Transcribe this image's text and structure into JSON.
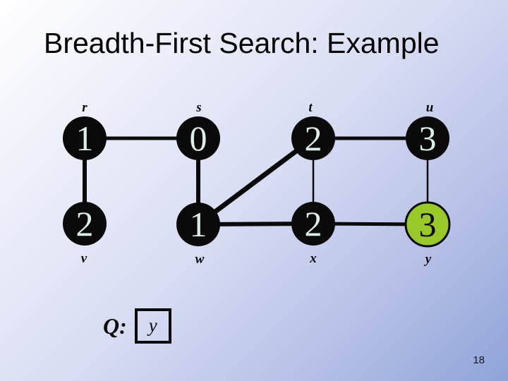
{
  "slide": {
    "title": "Breadth-First Search: Example",
    "page_number": "18",
    "background": {
      "from": "#ffffff",
      "mid": "#d8ddf3",
      "to": "#8fa3d8"
    }
  },
  "graph": {
    "node_fill": "#0a0a0a",
    "node_text_color": "#dcefe4",
    "highlight_fill": "#99c928",
    "highlight_text_color": "#0a0a0a",
    "nodes": [
      {
        "name": "r",
        "value": "1",
        "highlighted": false
      },
      {
        "name": "s",
        "value": "0",
        "highlighted": false
      },
      {
        "name": "t",
        "value": "2",
        "highlighted": false
      },
      {
        "name": "u",
        "value": "3",
        "highlighted": false
      },
      {
        "name": "v",
        "value": "2",
        "highlighted": false
      },
      {
        "name": "w",
        "value": "1",
        "highlighted": false
      },
      {
        "name": "x",
        "value": "2",
        "highlighted": false
      },
      {
        "name": "y",
        "value": "3",
        "highlighted": true
      }
    ],
    "edges": [
      "r-s",
      "r-v",
      "s-w",
      "t-u",
      "t-x",
      "u-y",
      "w-t",
      "w-x",
      "x-y"
    ]
  },
  "queue": {
    "label": "Q:",
    "items": [
      "y"
    ]
  }
}
